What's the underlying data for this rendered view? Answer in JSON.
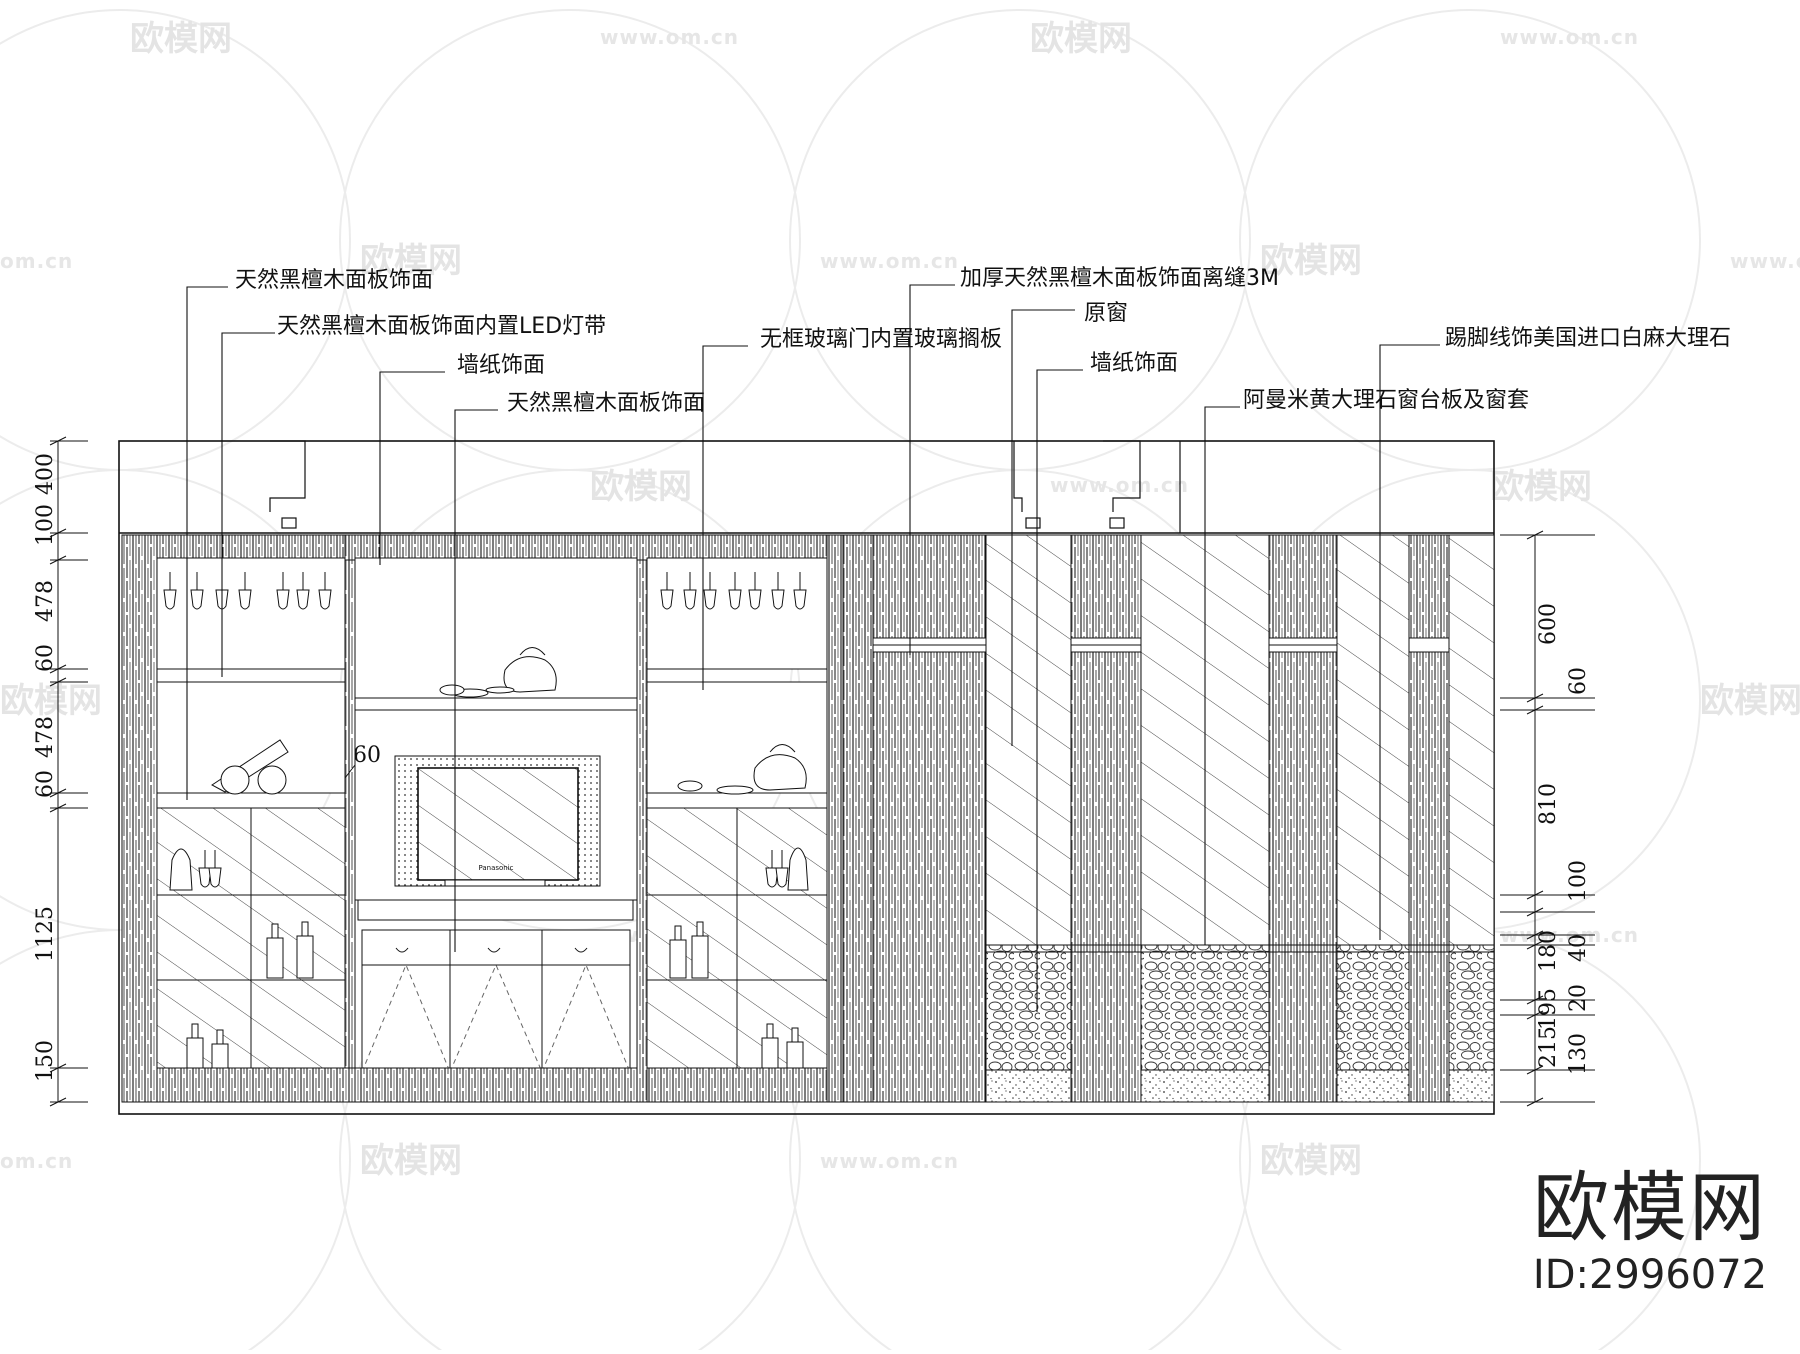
{
  "callouts": [
    {
      "id": "c1",
      "text": "天然黑檀木面板饰面"
    },
    {
      "id": "c2",
      "text": "天然黑檀木面板饰面内置LED灯带"
    },
    {
      "id": "c3",
      "text": "墙纸饰面"
    },
    {
      "id": "c4",
      "text": "天然黑檀木面板饰面"
    },
    {
      "id": "c5",
      "text": "无框玻璃门内置玻璃搁板"
    },
    {
      "id": "c6",
      "text": "加厚天然黑檀木面板饰面离缝3M"
    },
    {
      "id": "c7",
      "text": "原窗"
    },
    {
      "id": "c8",
      "text": "墙纸饰面"
    },
    {
      "id": "c9",
      "text": "阿曼米黄大理石窗台板及窗套"
    },
    {
      "id": "c10",
      "text": "踢脚线饰美国进口白麻大理石"
    }
  ],
  "dimensions_left": [
    "400",
    "100",
    "478",
    "60",
    "478",
    "60",
    "1125",
    "150"
  ],
  "dimensions_right": [
    "600",
    "60",
    "810",
    "100",
    "40",
    "180",
    "20",
    "195",
    "215",
    "130"
  ],
  "dimension_inline": "60",
  "tv_brand": "Panasonic",
  "watermark": {
    "brand": "欧模网",
    "url": "www.om.cn",
    "url_short": "om.cn"
  },
  "logo": {
    "brand": "欧模网",
    "id_text": "ID:2996072"
  }
}
